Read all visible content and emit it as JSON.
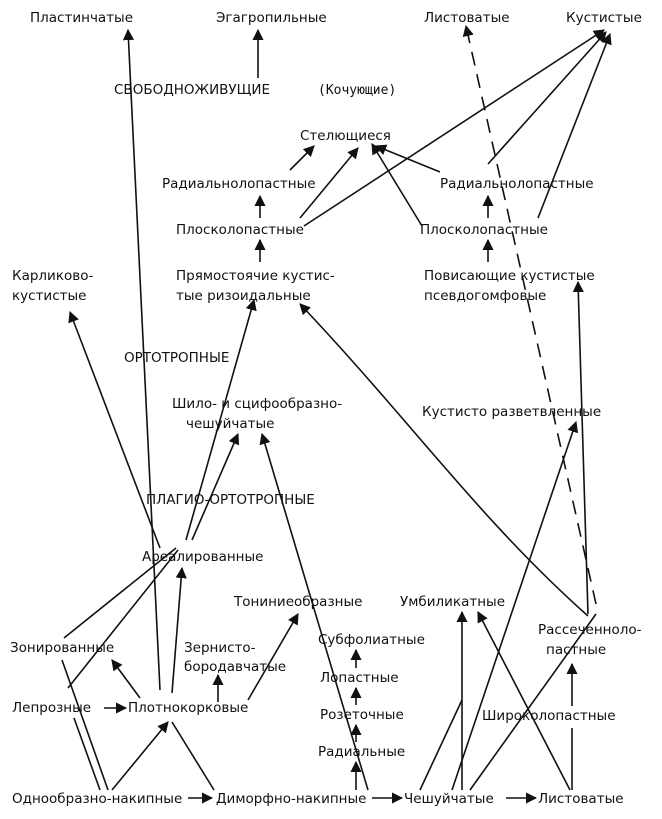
{
  "diagram": {
    "nodes": {
      "plastinchatye": "Пластинчатые",
      "egagropilnye": "Эгагропильные",
      "listovatye_top": "Листоватые",
      "kustistye_top": "Кустистые",
      "svobodnozhivushchie": "СВОБОДНОЖИВУЩИЕ",
      "kochuyushchie": "(Кочующие)",
      "stelyushchiesya": "Стелющиеся",
      "radialnolopastnye_left": "Радиальнолопастные",
      "radialnolopastnye_right": "Радиальнолопастные",
      "ploskolopastnye_left": "Плосколопастные",
      "ploskolopastnye_right": "Плосколопастные",
      "karlikovo_line1": "Карликово-",
      "karlikovo_line2": "кустистые",
      "pryamostoyachie_line1": "Прямостоячие кустис-",
      "pryamostoyachie_line2": "тые ризоидальные",
      "povisayushchie_line1": "Повисающие кустистые",
      "povisayushchie_line2": "псевдогомфовые",
      "ortotropnye": "ОРТОТРОПНЫЕ",
      "shilo_line1": "Шило- и сцифообразно-",
      "shilo_line2": "чешуйчатые",
      "kustisto_razvetvlennye": "Кустисто разветвленные",
      "plagio_ortotropnye": "ПЛАГИО-ОРТОТРОПНЫЕ",
      "arealirovannye": "Ареалированные",
      "toninieobraznye": "Тониниеобразные",
      "umbilikatnye": "Умбиликатные",
      "rassechennolo_line1": "Рассеченноло-",
      "rassechennolo_line2": "пастные",
      "zonirovannye": "Зонированные",
      "zernisto_line1": "Зернисто-",
      "zernisto_line2": "бородавчатые",
      "subfoliatnye": "Субфолиатные",
      "lopastnye": "Лопастные",
      "leproznye": "Лепрозные",
      "plotnokorkovye": "Плотнокорковые",
      "shirokolopastnye": "Широколопастные",
      "rozetochnye": "Розеточные",
      "radialnye": "Радиальные",
      "odnoobrazno_nakipnye": "Однообразно-накипные",
      "dimorfno_nakipnye": "Диморфно-накипные",
      "cheshuychatye": "Чешуйчатые",
      "listovatye_bottom": "Листоватые"
    }
  }
}
